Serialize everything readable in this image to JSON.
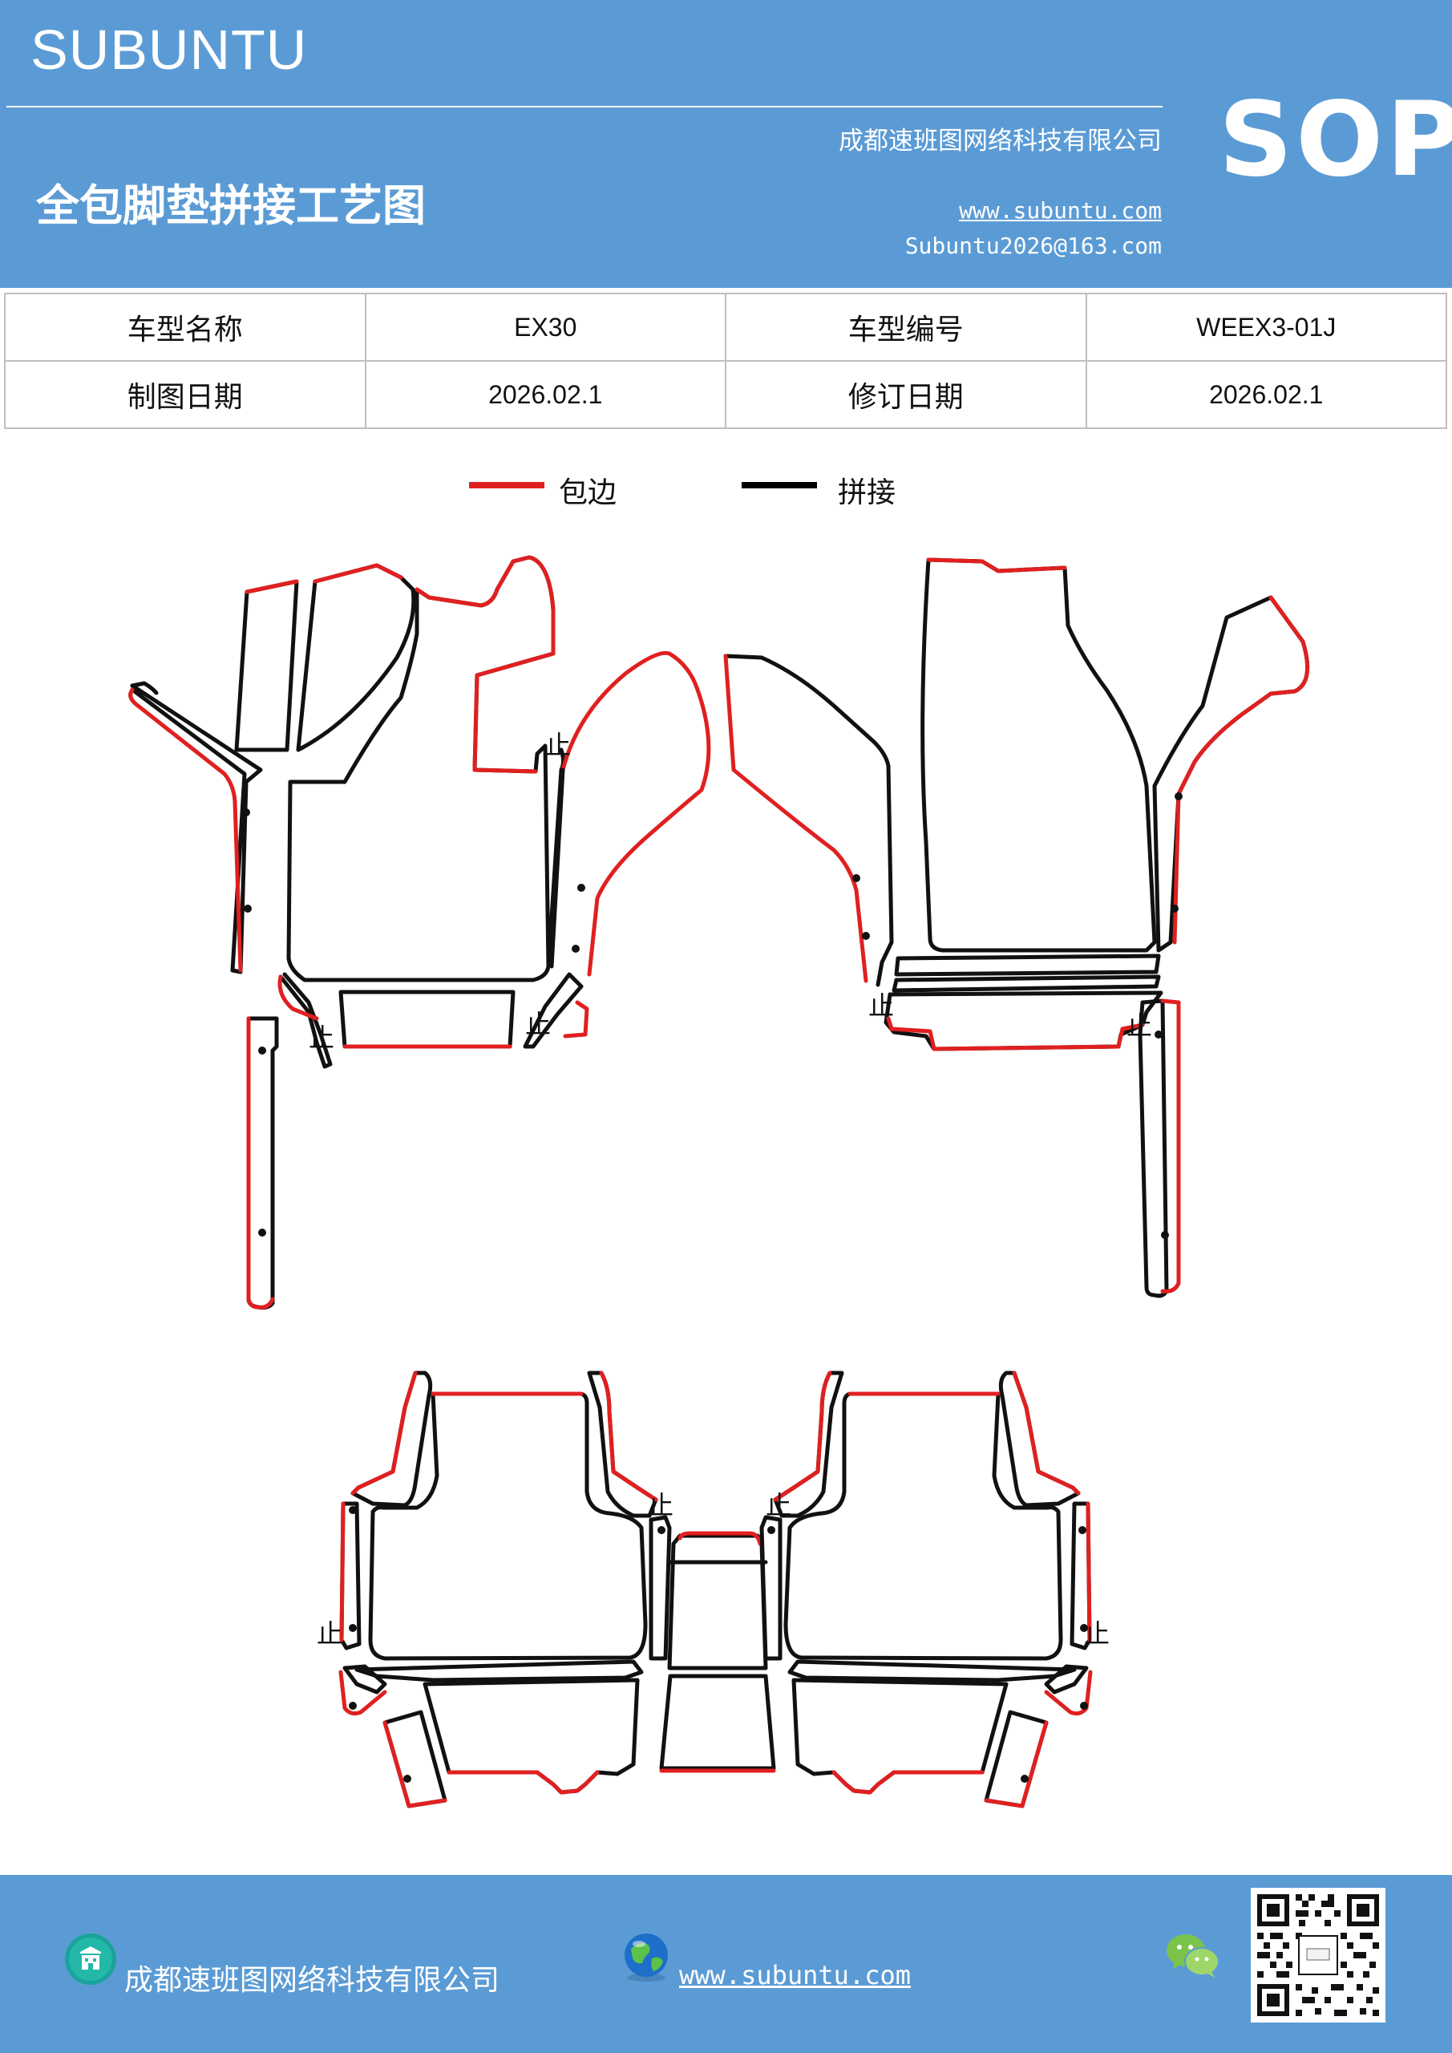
{
  "header": {
    "brand": "SUBUNTU",
    "title": "全包脚垫拼接工艺图",
    "company": "成都速班图网络科技有限公司",
    "website": "www.subuntu.com",
    "email": "Subuntu2026@163.com",
    "badge": "SOP"
  },
  "info_table": {
    "model_name_label": "车型名称",
    "model_name_value": "EX30",
    "model_code_label": "车型编号",
    "model_code_value": "WEEX3-01J",
    "draw_date_label": "制图日期",
    "draw_date_value": "2026.02.1",
    "revise_date_label": "修订日期",
    "revise_date_value": "2026.02.1"
  },
  "legend": {
    "edge_label": "包边",
    "edge_color": "#e02020",
    "seam_label": "拼接",
    "seam_color": "#000000"
  },
  "drawing": {
    "stop_mark": "止"
  },
  "footer": {
    "company": "成都速班图网络科技有限公司",
    "website": "www.subuntu.com"
  },
  "colors": {
    "header_bg": "#5b9bd5",
    "edge": "#e02020",
    "seam": "#111111"
  }
}
